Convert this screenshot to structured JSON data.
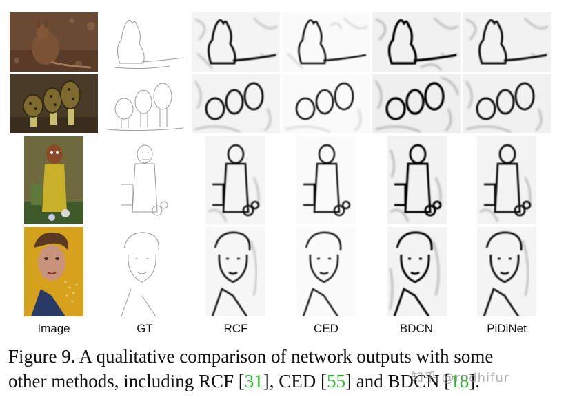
{
  "figure": {
    "column_labels": [
      "Image",
      "GT",
      "RCF",
      "CED",
      "BDCN",
      "PiDiNet"
    ],
    "row_subjects": [
      "wallaby-photo",
      "mushrooms-photo",
      "statue-photo",
      "woman-portrait-photo"
    ],
    "caption": {
      "lead": "Figure 9. A qualitative comparison of network outputs with some",
      "line2_a": "other methods, including RCF [",
      "ref1": "31",
      "line2_b": "], CED [",
      "ref2": "55",
      "line2_c": "] and BDCN [",
      "ref3": "18",
      "line2_d": "]."
    },
    "watermark": "知乎 @rndhifur",
    "colors": {
      "citation": "#22b822",
      "text": "#111111"
    }
  }
}
